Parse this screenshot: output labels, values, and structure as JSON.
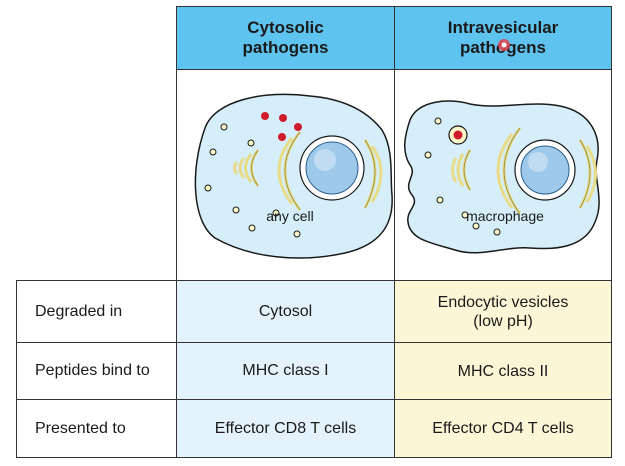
{
  "header": {
    "col1": "Cytosolic\npathogens",
    "col2": "Intravesicular\npathogens"
  },
  "images": {
    "left_caption": "any cell",
    "right_caption": "macrophage"
  },
  "rows": [
    {
      "label": "Degraded in",
      "col1": "Cytosol",
      "col2": "Endocytic vesicles\n(low pH)"
    },
    {
      "label": "Peptides bind to",
      "col1": "MHC class I",
      "col2": "MHC class II"
    },
    {
      "label": "Presented to",
      "col1": "Effector CD8 T cells",
      "col2": "Effector CD4 T cells"
    }
  ],
  "colors": {
    "header_blue": "#5ec3ef",
    "cytosolic_column": "#e4f3fb",
    "intravesicular_column": "#fdf6d6",
    "pathogen_red": "#d01c2a"
  }
}
